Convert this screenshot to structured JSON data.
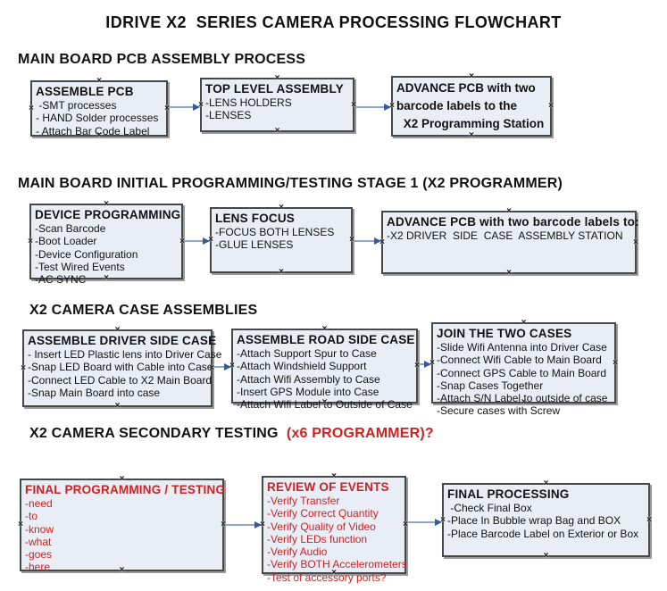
{
  "colors": {
    "box_fill": "#e9eef6",
    "box_border": "#474747",
    "red": "#cc2222",
    "arrow_line": "#90a6c6",
    "arrow_head": "#365a9e"
  },
  "icons": {
    "connection_handle": "×"
  },
  "page": {
    "title": "IDRIVE X2  SERIES CAMERA PROCESSING FLOWCHART"
  },
  "sections": [
    {
      "heading": "MAIN BOARD PCB ASSEMBLY PROCESS",
      "boxes": [
        {
          "title": "ASSEMBLE PCB",
          "items": [
            " -SMT processes",
            "- HAND Solder processes",
            "- Attach Bar Code Label"
          ]
        },
        {
          "title": "TOP LEVEL ASSEMBLY",
          "items": [
            "-LENS HOLDERS",
            "-LENSES"
          ]
        },
        {
          "title_lines": [
            "ADVANCE PCB with two",
            "barcode labels to the",
            " X2 Programming Station"
          ],
          "items": []
        }
      ]
    },
    {
      "heading": "MAIN BOARD INITIAL PROGRAMMING/TESTING STAGE 1 (X2 PROGRAMMER)",
      "boxes": [
        {
          "title": "DEVICE PROGRAMMING",
          "items": [
            "-Scan Barcode",
            "-Boot Loader",
            "-Device Configuration",
            "-Test Wired Events",
            "-AC SYNC"
          ]
        },
        {
          "title": "LENS FOCUS",
          "items": [
            "-FOCUS BOTH LENSES",
            "-GLUE LENSES"
          ]
        },
        {
          "title": "ADVANCE PCB with two barcode labels to:",
          "items": [
            "-X2 DRIVER  SIDE  CASE  ASSEMBLY STATION"
          ]
        }
      ]
    },
    {
      "heading": "X2 CAMERA CASE ASSEMBLIES",
      "boxes": [
        {
          "title": "ASSEMBLE DRIVER SIDE CASE",
          "items": [
            "- Insert LED Plastic lens into Driver Case",
            "-Snap LED Board with Cable into Case",
            "-Connect LED Cable to X2 Main Board",
            "-Snap Main Board into case"
          ]
        },
        {
          "title": "ASSEMBLE ROAD SIDE CASE",
          "items": [
            "-Attach Support Spur to Case",
            "-Attach Windshield Support",
            "-Attach Wifi Assembly to Case",
            "-Insert GPS Module into Case",
            "-Attach Wifi Label to Outside of Case"
          ]
        },
        {
          "title": "JOIN THE TWO CASES",
          "items": [
            "-Slide Wifi Antenna into Driver Case",
            "-Connect Wifi Cable to Main Board",
            "-Connect GPS Cable to Main Board",
            "-Snap Cases Together",
            "-Attach S/N Label to outside of case",
            "-Secure cases with Screw"
          ]
        }
      ]
    },
    {
      "heading": "X2 CAMERA SECONDARY TESTING",
      "heading_suffix": "  (x6 PROGRAMMER)?",
      "boxes": [
        {
          "title": "FINAL PROGRAMMING / TESTING",
          "items": [
            "-need",
            "-to",
            "-know",
            "-what",
            "-goes",
            "-here"
          ]
        },
        {
          "title": "REVIEW OF EVENTS",
          "items": [
            "-Verify Transfer",
            "-Verify Correct Quantity",
            "-Verify Quality of Video",
            "-Verify LEDs function",
            "-Verify Audio",
            "-Verify BOTH Accelerometers",
            "-Test of accessory ports?"
          ]
        },
        {
          "title": "FINAL PROCESSING",
          "items": [
            " -Check Final Box",
            "-Place In Bubble wrap Bag and BOX",
            "-Place Barcode Label on Exterior or Box"
          ]
        }
      ]
    }
  ]
}
